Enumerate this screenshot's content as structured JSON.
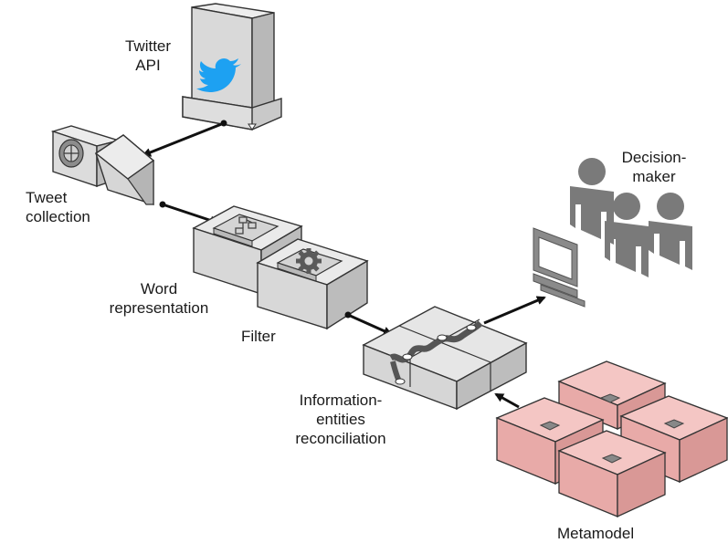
{
  "labels": {
    "twitter_api": [
      "Twitter",
      "API"
    ],
    "tweet_collection": [
      "Tweet",
      "collection"
    ],
    "word_representation": [
      "Word",
      "representation"
    ],
    "filter": "Filter",
    "reconciliation": [
      "Information-",
      "entities",
      "reconciliation"
    ],
    "decision_maker": [
      "Decision-",
      "maker"
    ],
    "metamodel": "Metamodel"
  },
  "colors": {
    "gray_light": "#e6e6e6",
    "gray_mid": "#cfcfcf",
    "gray_dark": "#b3b3b3",
    "stroke": "#333333",
    "twitter_blue": "#1da1f2",
    "people": "#7a7a7a",
    "pink_top": "#f4c6c4",
    "pink_left": "#e8aaa8",
    "pink_right": "#d99896"
  },
  "icons": [
    "server-icon",
    "twitter-bird-icon",
    "camera-icon",
    "flowchart-icon",
    "gear-icon",
    "monitor-icon",
    "person-icon",
    "puzzle-icon"
  ]
}
